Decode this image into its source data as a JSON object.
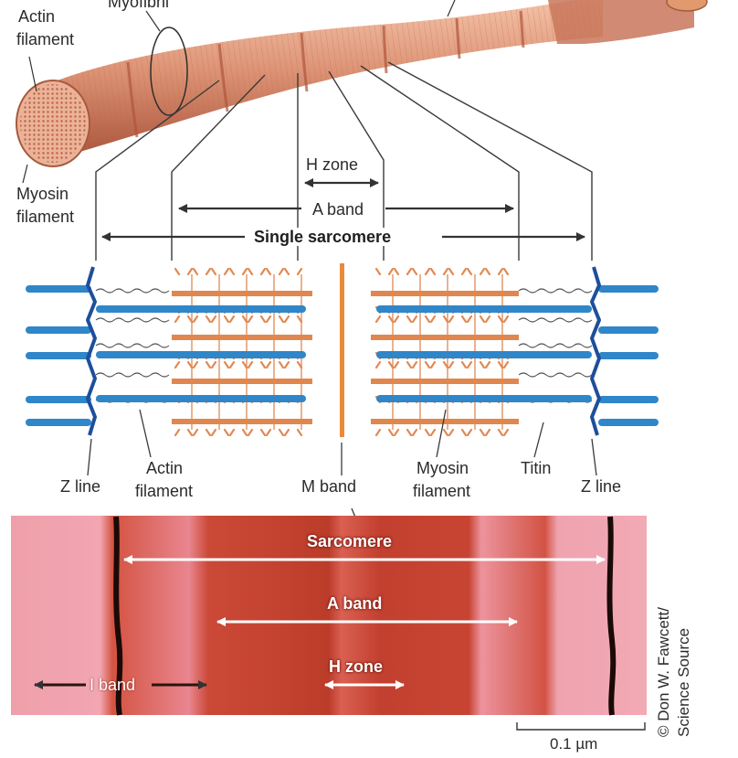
{
  "colors": {
    "muscle_light": "#f2b69a",
    "muscle_mid": "#d98a69",
    "muscle_dark": "#b2583d",
    "actin": "#2f86c9",
    "actin_light": "#7cc0ea",
    "myosin": "#e0874f",
    "mband": "#e98a3c",
    "zline": "#1d4f9a",
    "micro_light": "#f0a9b4",
    "micro_dark": "#c23a2a",
    "micro_zline": "#1a0a08",
    "arrow": "#333333"
  },
  "top": {
    "myofibril_label": "Myofibril",
    "actin_label_line1": "Actin",
    "actin_label_line2": "filament",
    "myosin_label_line1": "Myosin",
    "myosin_label_line1b": "filament"
  },
  "schematic": {
    "h_zone": "H zone",
    "a_band": "A band",
    "single_sarcomere": "Single sarcomere",
    "z_line_left": "Z line",
    "actin_filament_line1": "Actin",
    "actin_filament_line2": "filament",
    "m_band": "M band",
    "myosin_filament_line1": "Myosin",
    "myosin_filament_line2": "filament",
    "titin": "Titin",
    "z_line_right": "Z line"
  },
  "micrograph": {
    "sarcomere": "Sarcomere",
    "a_band": "A band",
    "h_zone": "H zone",
    "i_band": "I band",
    "scale_bar": "0.1 µm",
    "credit_line1": "© Don W. Fawcett/",
    "credit_line2": "Science Source"
  }
}
